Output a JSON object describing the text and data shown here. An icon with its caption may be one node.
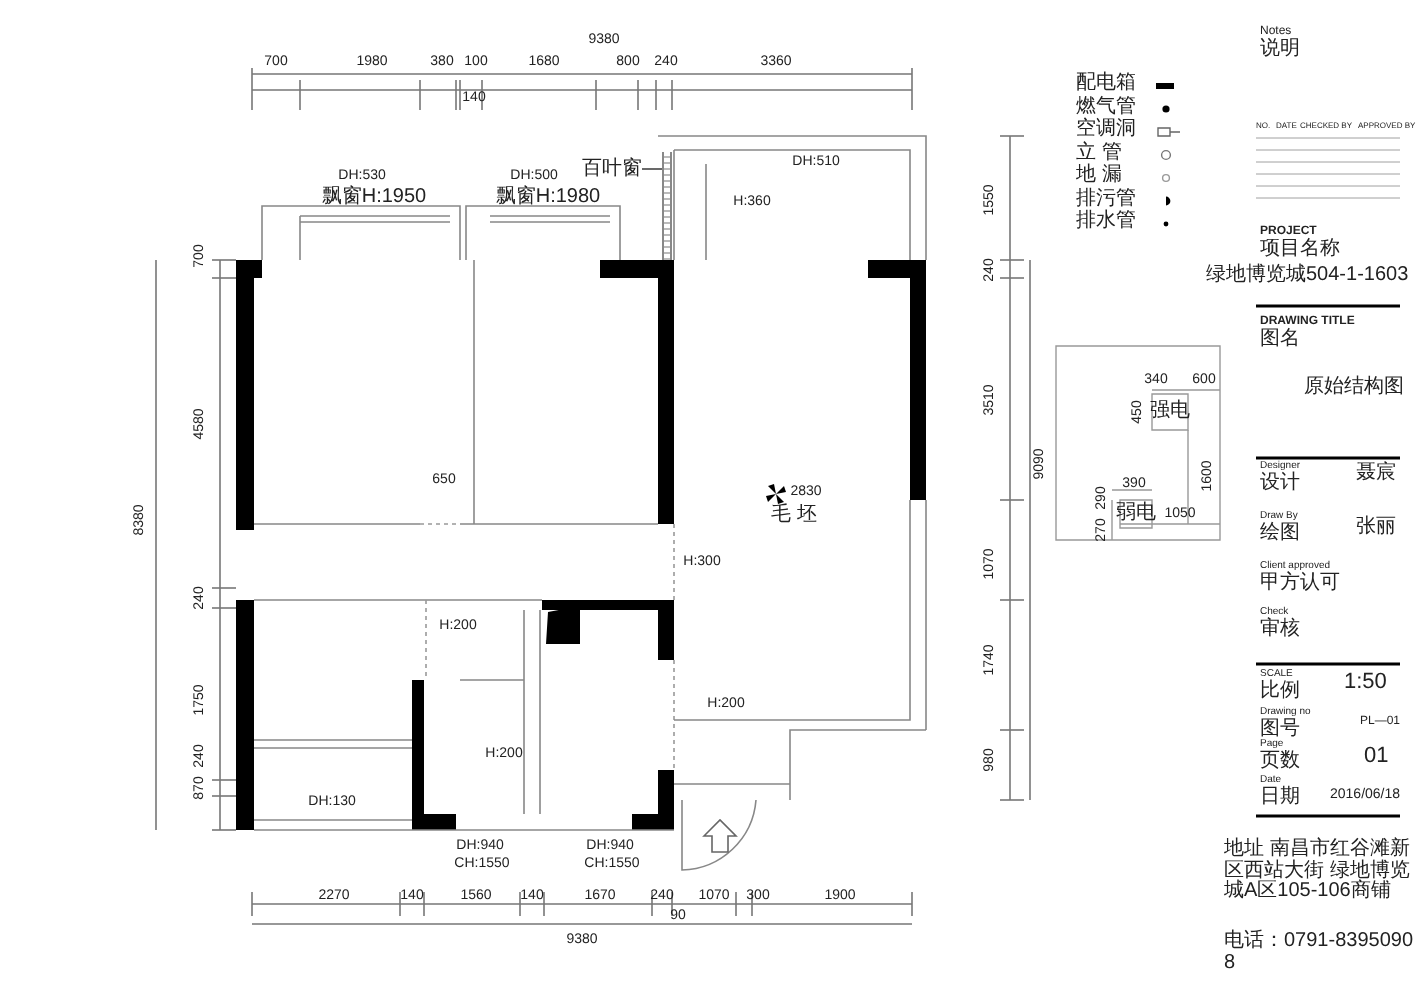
{
  "diagram": {
    "nodes": [
      {
        "text": [
          "百叶窗"
        ]
      },
      {
        "text": [],
        "shape": "bar"
      }
    ],
    "edges": [
      {
        "from": 0,
        "to": 1,
        "arrow": "none"
      }
    ],
    "labels": [
      "9380",
      "700",
      "1980",
      "380",
      "100",
      "1680",
      "800",
      "240",
      "3360",
      "140",
      "DH:530",
      "飘窗H:1950",
      "DH:500",
      "飘窗H:1980",
      "DH:510",
      "H:360",
      "650",
      "2830",
      "毛 坯",
      "H:300",
      "H:200",
      "H:200",
      "H:200",
      "DH:130",
      "DH:940",
      "CH:1550",
      "DH:940",
      "CH:1550",
      "2270",
      "140",
      "1560",
      "140",
      "1670",
      "240",
      "1070",
      "300",
      "1900",
      "9380",
      "90",
      "700",
      "4580",
      "8380",
      "240",
      "1750",
      "240",
      "870",
      "1550",
      "240",
      "3510",
      "9090",
      "1070",
      "1740",
      "980",
      "340",
      "600",
      "450",
      "强电",
      "390",
      "1600",
      "290",
      "270",
      "弱电",
      "1050",
      "Notes",
      "说明",
      "NO.",
      "DATE",
      "CHECKED BY",
      "APPROVED BY",
      "PROJECT",
      "项目名称",
      "绿地博览城504-1-1603",
      "DRAWING TITLE",
      "图名",
      "原始结构图",
      "Designer",
      "设计",
      "聂宸",
      "Draw By",
      "绘图",
      "张丽",
      "Client approved",
      "甲方认可",
      "Check",
      "审核",
      "SCALE",
      "比例",
      "1:50",
      "Drawing no",
      "图号",
      "PL—01",
      "Page",
      "页数",
      "01",
      "Date",
      "日期",
      "2016/06/18",
      "地址 南昌市红谷滩新区西站大街 绿地博览城A区105-106商铺",
      "电话：0791-83950908"
    ],
    "legend": [
      {
        "text": "配电箱"
      },
      {
        "text": "燃气管"
      },
      {
        "text": "空调洞"
      },
      {
        "text": "立 管"
      },
      {
        "text": "地 漏"
      },
      {
        "text": "排污管"
      },
      {
        "text": "排水管"
      }
    ]
  }
}
